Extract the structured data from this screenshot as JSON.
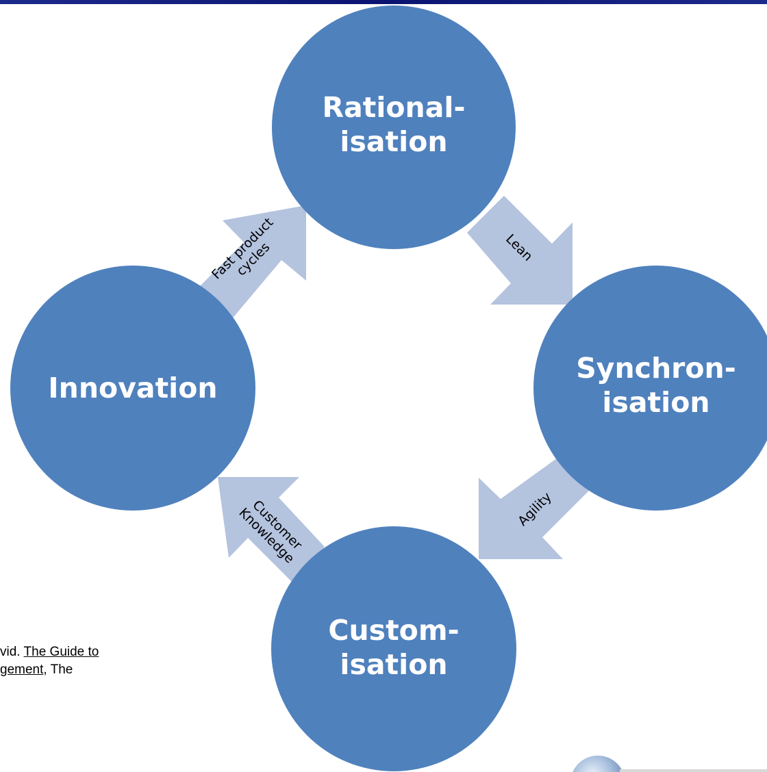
{
  "colors": {
    "circle_fill": "#4f81bd",
    "arrow_fill": "#b4c3de",
    "circle_text": "#ffffff",
    "arrow_text": "#000000",
    "top_bar": "#0b1470"
  },
  "nodes": {
    "rationalisation": {
      "line1": "Rational-",
      "line2": "isation"
    },
    "synchronisation": {
      "line1": "Synchron-",
      "line2": "isation"
    },
    "customisation": {
      "line1": "Custom-",
      "line2": "isation"
    },
    "innovation": {
      "line1": "Innovation"
    }
  },
  "arrows": {
    "lean": {
      "line1": "Lean"
    },
    "agility": {
      "line1": "Agility"
    },
    "customer_knowledge": {
      "line1": "Customer",
      "line2": "Knowledge"
    },
    "fast_product_cycles": {
      "line1": "Fast product",
      "line2": "cycles"
    }
  },
  "citation": {
    "part1_prefix": "vid. ",
    "part1_link": "The Guide to",
    "part2_link": "gement",
    "part2_suffix": ", The"
  },
  "decor": {
    "globe_icon": "globe-icon"
  }
}
